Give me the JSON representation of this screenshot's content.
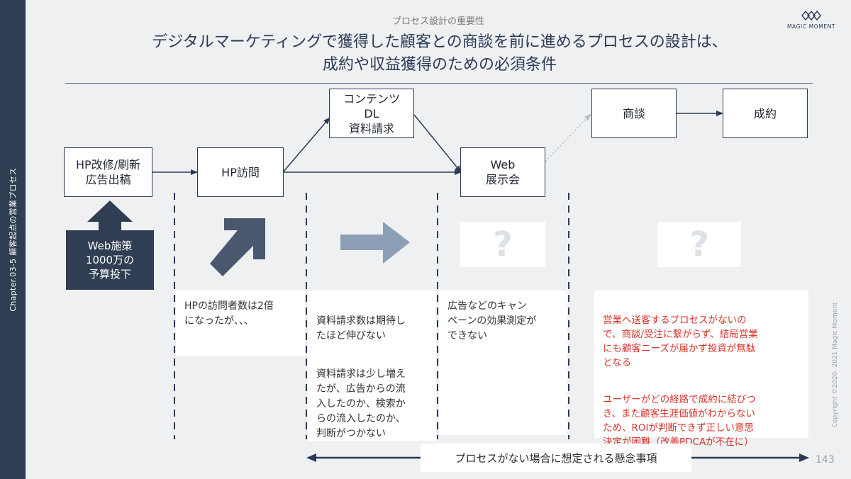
{
  "sidebar": {
    "chapter": "Chapter.03-5 顧客起点の営業プロセス"
  },
  "header": {
    "subtitle": "プロセス設計の重要性",
    "headline_line1": "デジタルマーケティングで獲得した顧客との商談を前に進めるプロセスの設計は、",
    "headline_line2": "成約や収益獲得のための必須条件",
    "logo_text": "MAGIC MOMENT"
  },
  "flow": {
    "hp_renewal": "HP改修/刷新\n広告出稿",
    "hp_visit": "HP訪問",
    "contents": "コンテンツ\nDL\n資料請求",
    "web_exhibition": "Web\n展示会",
    "negotiation": "商談",
    "contract": "成約"
  },
  "web_measure": "Web施策\n1000万の\n予算投下",
  "unknown": {
    "mark1": "?",
    "mark2": "?"
  },
  "notes": {
    "col1": "HPの訪問者数は2倍\nになったが、、、",
    "col2_p1": "資料請求数は期待し\nたほど伸びない",
    "col2_p2": "資料請求は少し増え\nたが、広告からの流\n入したのか、検索か\nらの流入したのか、\n判断がつかない",
    "col3": "広告などのキャン\nペーンの効果測定が\nできない",
    "col4_p1": "営業へ送客するプロセスがないの\nで、商談/受注に繋がらず、結局営業\nにも顧客ニーズが届かず投資が無駄\nとなる",
    "col4_p2": "ユーザーがどの経路で成約に結びつ\nき、また顧客生涯価値がわからない\nため、ROIが判断できず正しい意思\n決定が困難（改善PDCAが不在に）"
  },
  "bottom_label": "プロセスがない場合に想定される懸念事項",
  "footer": {
    "copyright": "Copyright ©2020- 2021 Magic Moment",
    "page": "143"
  },
  "colors": {
    "navy": "#2f3e52",
    "accent_red": "#d9342b",
    "arrow_light": "#8d9fb6",
    "arrow_dark": "#4a586e"
  }
}
